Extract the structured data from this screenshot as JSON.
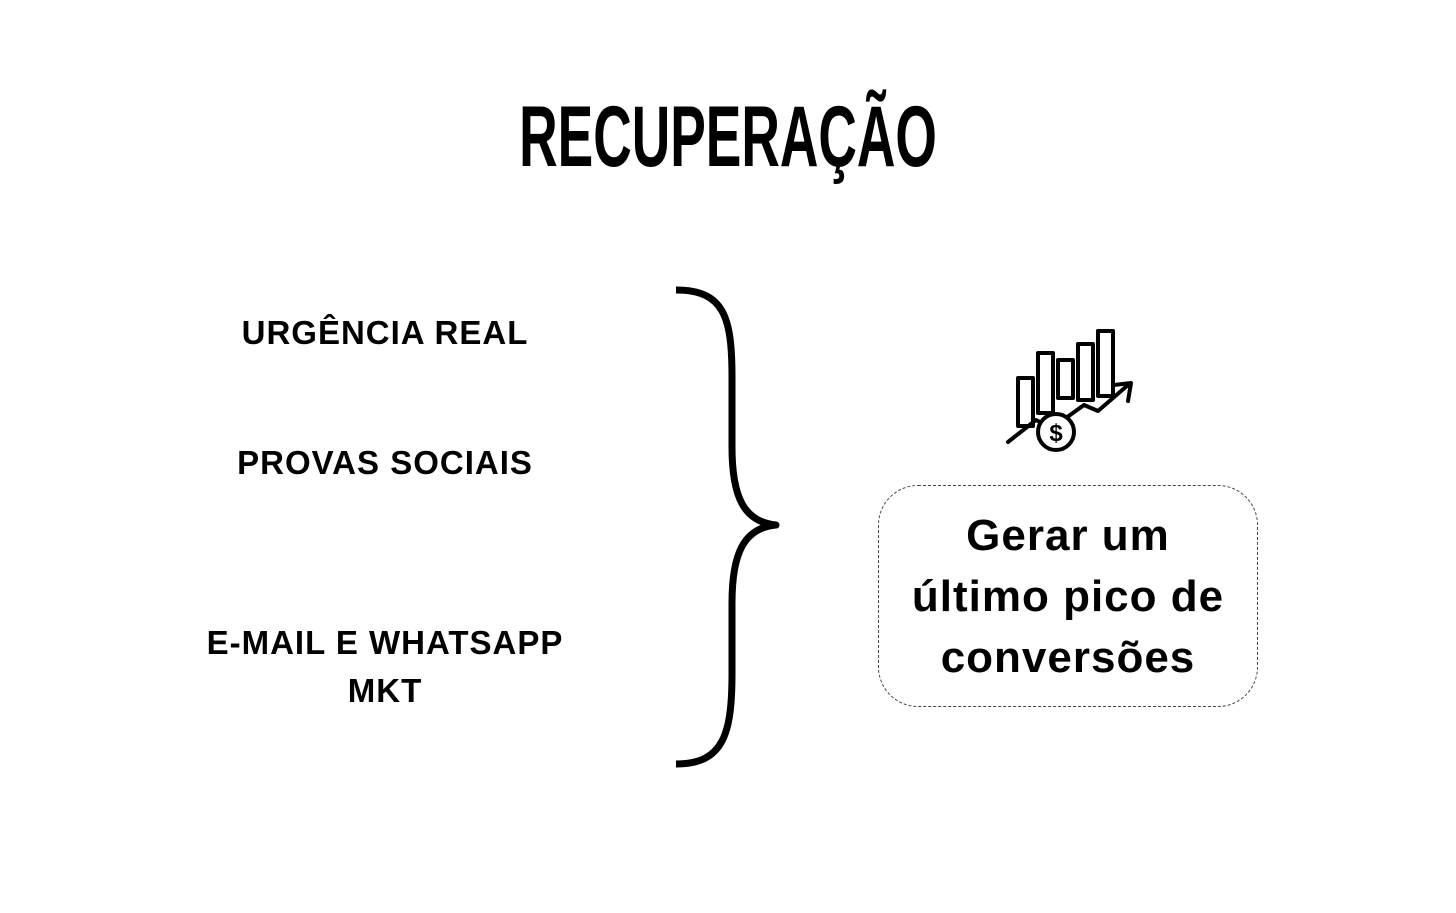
{
  "title": "RECUPERAÇÃO",
  "items": [
    {
      "label": "URGÊNCIA REAL"
    },
    {
      "label": "PROVAS SOCIAIS"
    },
    {
      "label": "E-MAIL E WHATSAPP\nMKT"
    }
  ],
  "result": {
    "text": "Gerar um\núltimo pico de\nconversões",
    "icon": "chart-growth-dollar-icon"
  },
  "colors": {
    "text": "#000000",
    "background": "#ffffff",
    "box_border": "#444444"
  }
}
